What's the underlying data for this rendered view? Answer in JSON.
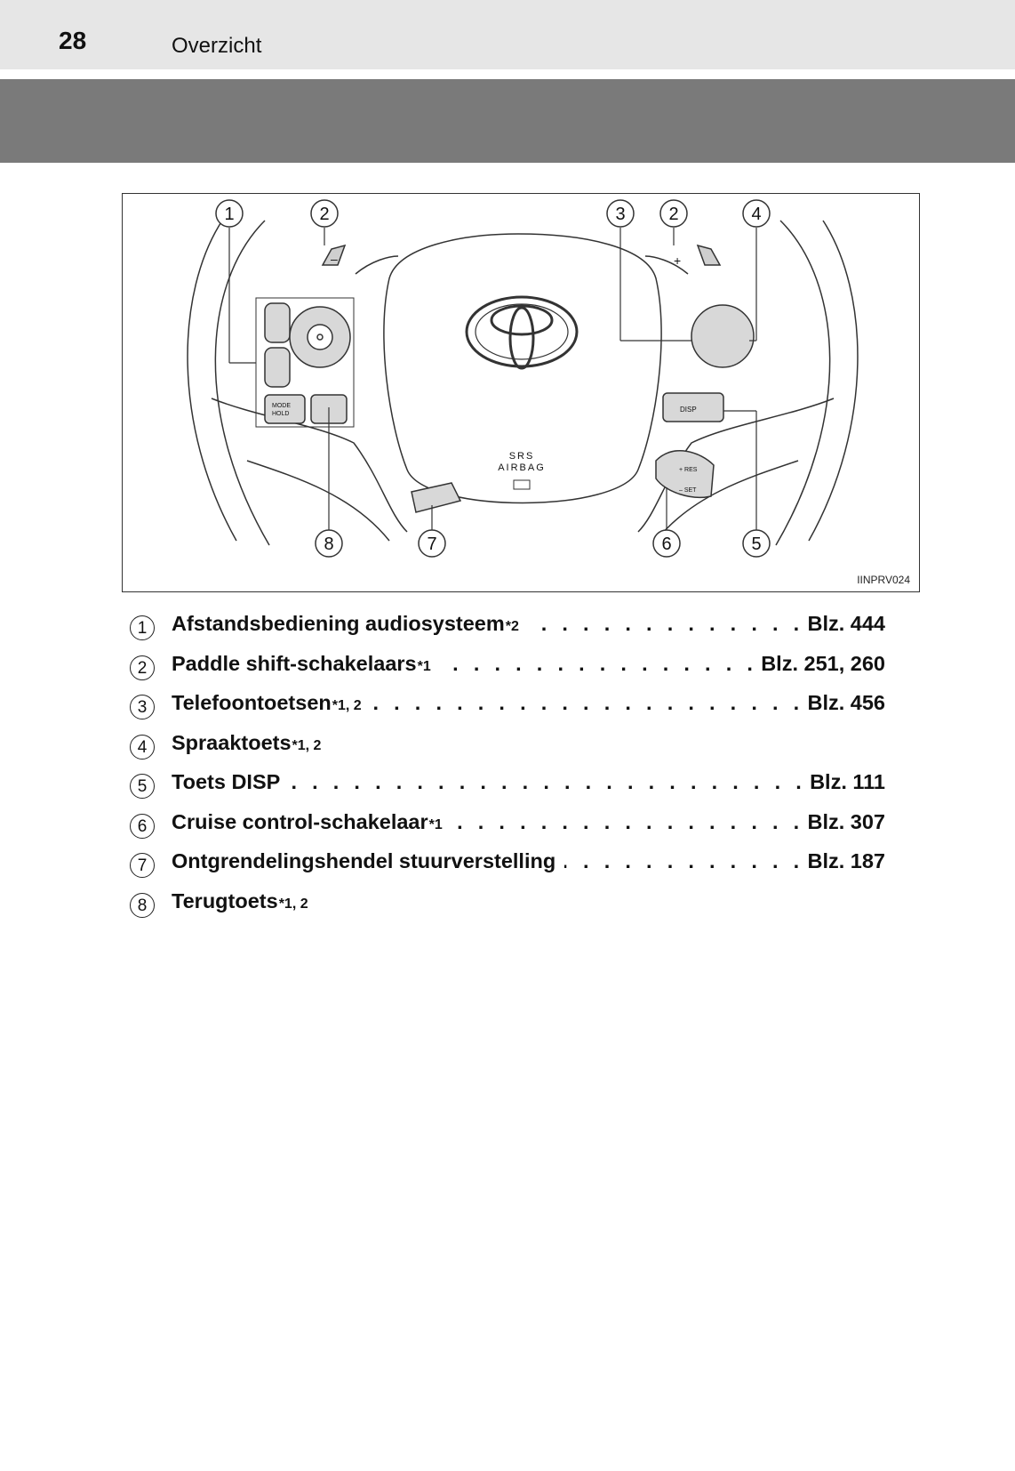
{
  "header": {
    "page_number": "28",
    "section_title": "Overzicht"
  },
  "figure": {
    "code": "IINPRV024",
    "srs_text": "SRS",
    "airbag_text": "AIRBAG",
    "disp_label": "DISP",
    "mode_label": "MODE",
    "hold_label": "HOLD",
    "res_label": "+ RES",
    "set_label": "– SET",
    "paddle_minus": "–",
    "paddle_plus": "+",
    "callouts": [
      "1",
      "2",
      "3",
      "2",
      "4",
      "8",
      "7",
      "6",
      "5"
    ]
  },
  "legend": [
    {
      "num": "1",
      "label": "Afstandsbediening audiosysteem",
      "sup": "*2",
      "page": "Blz. 444"
    },
    {
      "num": "2",
      "label": "Paddle shift-schakelaars",
      "sup": "*1",
      "page": "Blz. 251, 260"
    },
    {
      "num": "3",
      "label": "Telefoontoetsen",
      "sup": "*1, 2",
      "page": "Blz. 456"
    },
    {
      "num": "4",
      "label": "Spraaktoets",
      "sup": "*1, 2",
      "page": ""
    },
    {
      "num": "5",
      "label": "Toets DISP",
      "sup": "",
      "page": "Blz. 111"
    },
    {
      "num": "6",
      "label": "Cruise control-schakelaar",
      "sup": "*1",
      "page": "Blz. 307"
    },
    {
      "num": "7",
      "label": "Ontgrendelingshendel stuurverstelling",
      "sup": "",
      "page": "Blz. 187"
    },
    {
      "num": "8",
      "label": "Terugtoets",
      "sup": "*1, 2",
      "page": ""
    }
  ]
}
